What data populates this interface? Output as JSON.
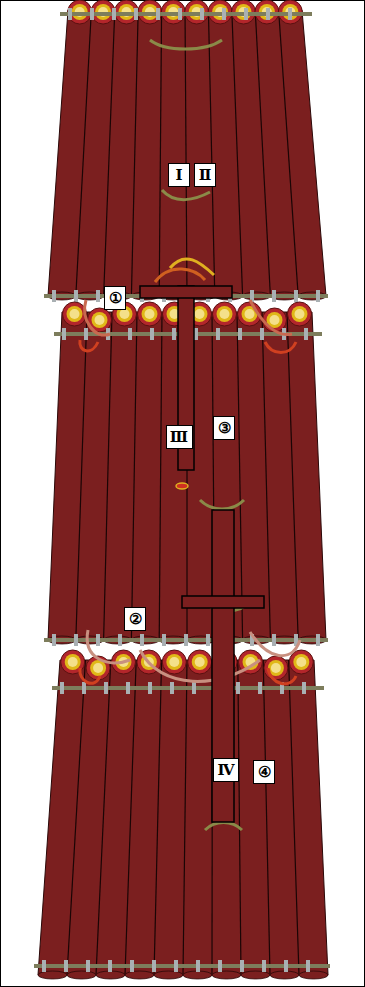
{
  "diagram": {
    "nodes": [
      {
        "text": [
          "Ⅰ"
        ]
      },
      {
        "text": [
          "Ⅱ"
        ]
      },
      {
        "text": [
          "①"
        ]
      },
      {
        "text": [
          "Ⅲ"
        ]
      },
      {
        "text": [
          "③"
        ]
      },
      {
        "text": [
          "②"
        ]
      },
      {
        "text": [
          "Ⅳ"
        ]
      },
      {
        "text": [
          "④"
        ]
      }
    ]
  }
}
